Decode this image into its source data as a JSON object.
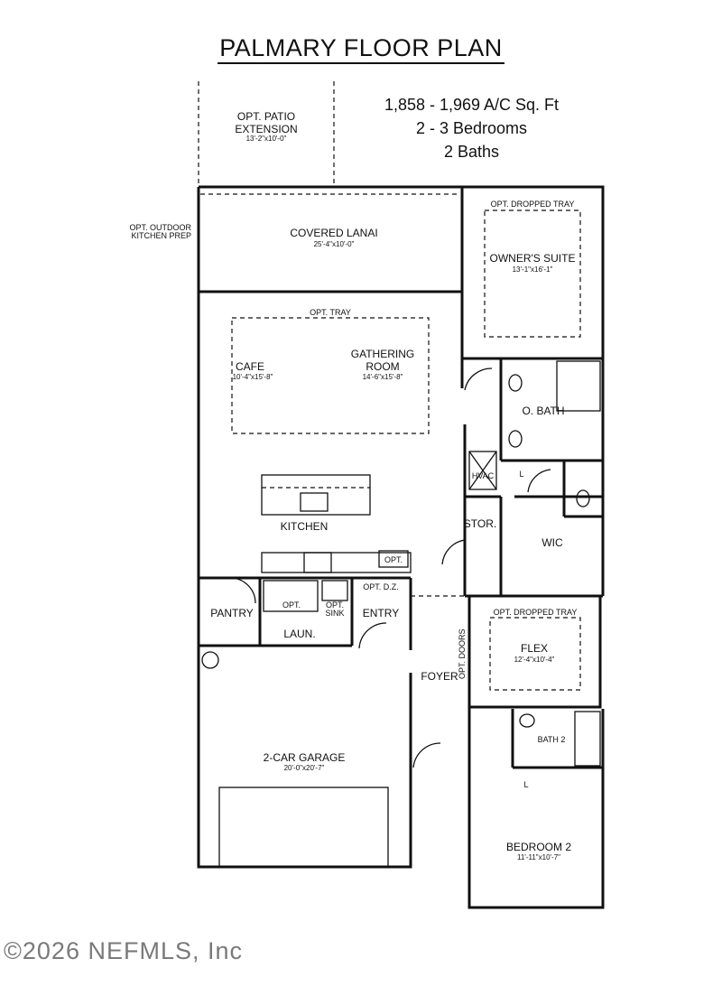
{
  "title": "PALMARY FLOOR PLAN",
  "stats": [
    "1,858 - 1,969 A/C Sq. Ft",
    "2 - 3 Bedrooms",
    "2 Baths"
  ],
  "rooms": {
    "opt_patio": {
      "name1": "OPT. PATIO",
      "name2": "EXTENSION",
      "dims": "13'-2\"x10'-0\""
    },
    "opt_outdoor": {
      "line1": "OPT. OUTDOOR",
      "line2": "KITCHEN PREP"
    },
    "covered_lanai": {
      "name": "COVERED LANAI",
      "dims": "25'-4\"x10'-0\""
    },
    "owners_tray": "OPT. DROPPED TRAY",
    "owners_suite": {
      "name": "OWNER'S SUITE",
      "dims": "13'-1\"x16'-1\""
    },
    "opt_tray": "OPT. TRAY",
    "cafe": {
      "name": "CAFE",
      "dims": "10'-4\"x15'-8\""
    },
    "gathering": {
      "name1": "GATHERING",
      "name2": "ROOM",
      "dims": "14'-6\"x15'-8\""
    },
    "o_bath": "O. BATH",
    "hvac": "HVAC",
    "l_owner": "L",
    "kitchen": "KITCHEN",
    "stor": "STOR.",
    "wic": "WIC",
    "opt_small": "OPT.",
    "opt_dz": "OPT. D.Z.",
    "laundry_opt": "OPT.",
    "opt_sink": {
      "line1": "OPT.",
      "line2": "SINK"
    },
    "pantry": "PANTRY",
    "entry": "ENTRY",
    "laun": "LAUN.",
    "flex_tray": "OPT. DROPPED TRAY",
    "flex": {
      "name": "FLEX",
      "dims": "12'-4\"x10'-4\""
    },
    "opt_doors": "OPT. DOORS",
    "foyer": "FOYER",
    "bath2": "BATH 2",
    "l_bed2": "L",
    "garage": {
      "name": "2-CAR GARAGE",
      "dims": "20'-0\"x20'-7\""
    },
    "bedroom2": {
      "name": "BEDROOM 2",
      "dims": "11'-11\"x10'-7\""
    }
  },
  "copyright": "©2026 NEFMLS, Inc"
}
